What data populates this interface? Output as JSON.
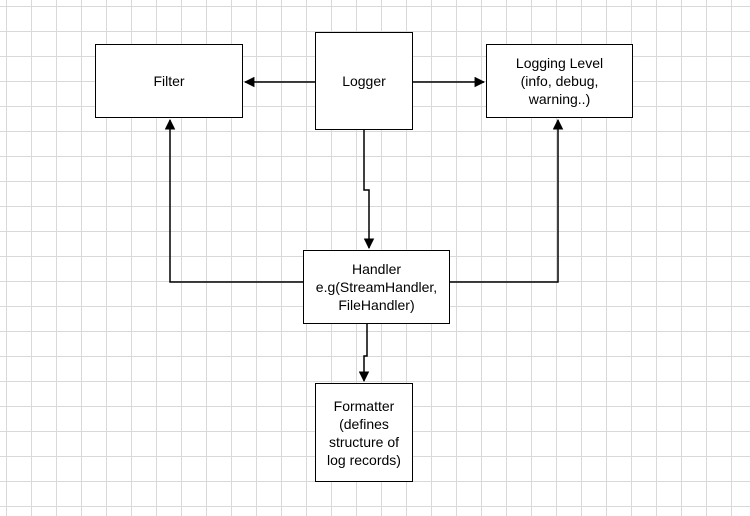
{
  "diagram": {
    "nodes": {
      "filter": {
        "label": "Filter"
      },
      "logger": {
        "label": "Logger"
      },
      "level": {
        "label": "Logging Level\n(info, debug,\nwarning..)"
      },
      "handler": {
        "label": "Handler\ne.g(StreamHandler,\nFileHandler)"
      },
      "formatter": {
        "label": "Formatter\n(defines\nstructure of\nlog records)"
      }
    },
    "edges": [
      {
        "from": "logger",
        "to": "filter"
      },
      {
        "from": "logger",
        "to": "level"
      },
      {
        "from": "logger",
        "to": "handler"
      },
      {
        "from": "handler",
        "to": "filter"
      },
      {
        "from": "handler",
        "to": "level"
      },
      {
        "from": "handler",
        "to": "formatter"
      }
    ],
    "colors": {
      "line": "#000000",
      "grid": "#d9d9d9",
      "background": "#ffffff"
    }
  }
}
